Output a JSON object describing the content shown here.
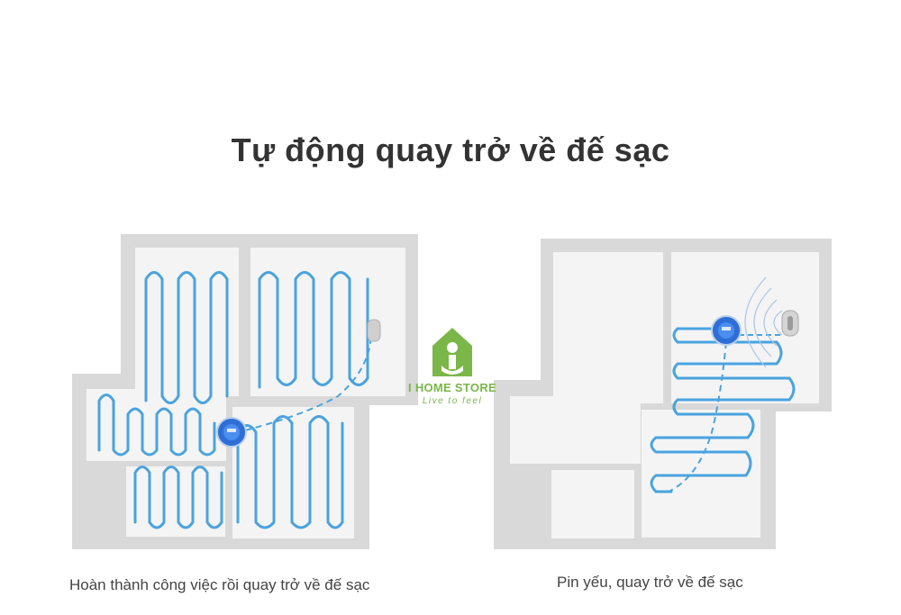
{
  "title": "Tự động quay trở về đế sạc",
  "left_caption": "Hoàn thành công việc rồi quay trở về đế sạc",
  "right_caption": "Pin yếu, quay trở về đế sạc",
  "logo": {
    "brand": "I HOME STORE",
    "tagline": "Live to feel",
    "icon": "house-person-icon",
    "color": "#7ab648"
  },
  "colors": {
    "path": "#4aa3df",
    "robot": "#2d6fd6",
    "wall": "#d9d9d9",
    "floor": "#f2f2f2"
  },
  "icons": [
    "robot-vacuum-icon",
    "charging-dock-icon",
    "signal-waves-icon"
  ]
}
